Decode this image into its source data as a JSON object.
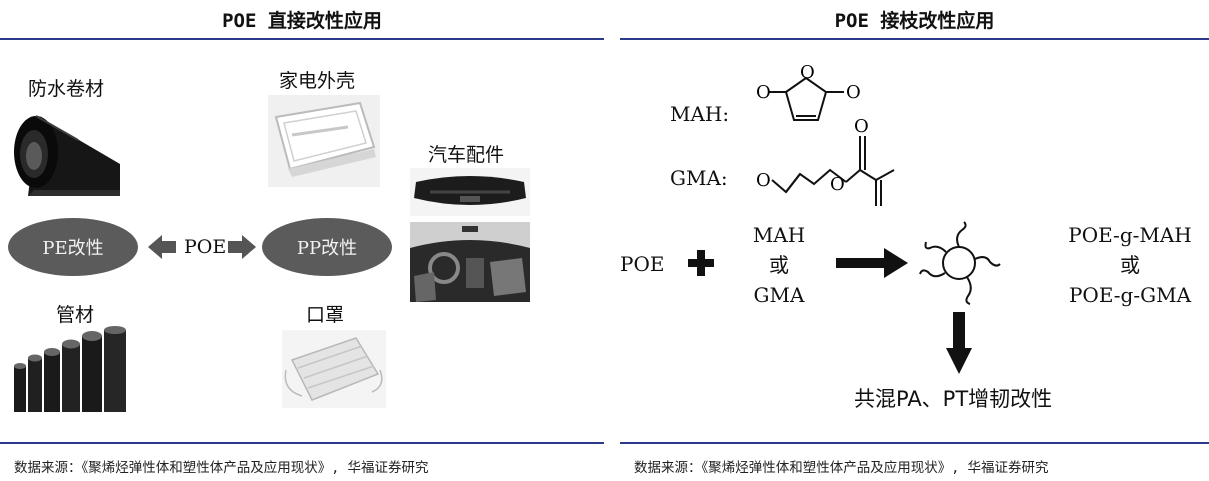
{
  "left": {
    "title": "POE 直接改性应用",
    "labels": {
      "waterproof": "防水卷材",
      "appliance": "家电外壳",
      "auto": "汽车配件",
      "pipe": "管材",
      "mask": "口罩"
    },
    "pe_label": "PE改性",
    "pp_label": "PP改性",
    "center_label": "POE",
    "source": "数据来源：《聚烯烃弹性体和塑性体产品及应用现状》, 华福证券研究"
  },
  "right": {
    "title": "POE 接枝改性应用",
    "mah_label": "MAH:",
    "gma_label": "GMA:",
    "atom_o": "O",
    "poe_label": "POE",
    "reagent_top": "MAH",
    "reagent_or": "或",
    "reagent_bottom": "GMA",
    "product_top": "POE-g-MAH",
    "product_or": "或",
    "product_bottom": "POE-g-GMA",
    "result": "共混PA、PT增韧改性",
    "source": "数据来源：《聚烯烃弹性体和塑性体产品及应用现状》, 华福证券研究"
  }
}
